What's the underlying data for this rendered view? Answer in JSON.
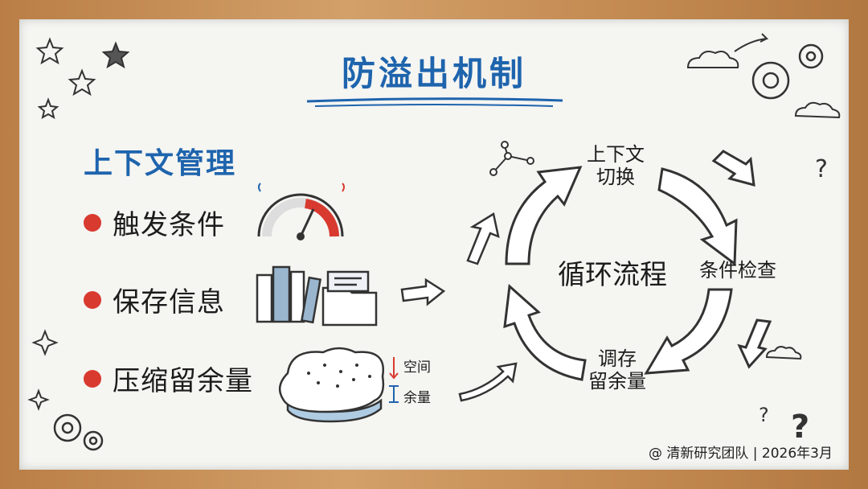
{
  "title": "防溢出机制",
  "section": {
    "heading": "上下文管理",
    "items": [
      {
        "label": "触发条件",
        "icon": "gauge-icon"
      },
      {
        "label": "保存信息",
        "icon": "books-folder-icon"
      },
      {
        "label": "压缩留余量",
        "icon": "sponge-icon"
      }
    ]
  },
  "sponge_labels": {
    "space": "空间",
    "margin": "余量"
  },
  "cycle": {
    "center": "循环流程",
    "nodes": {
      "switch": [
        "上下文",
        "切换"
      ],
      "check": "条件检查",
      "adjust": [
        "调存",
        "留余量"
      ]
    }
  },
  "footer": "@ 清新研究团队 | 2026年3月",
  "colors": {
    "title": "#1e64ad",
    "bullet": "#d83a30",
    "gauge_red": "#d83a30"
  }
}
